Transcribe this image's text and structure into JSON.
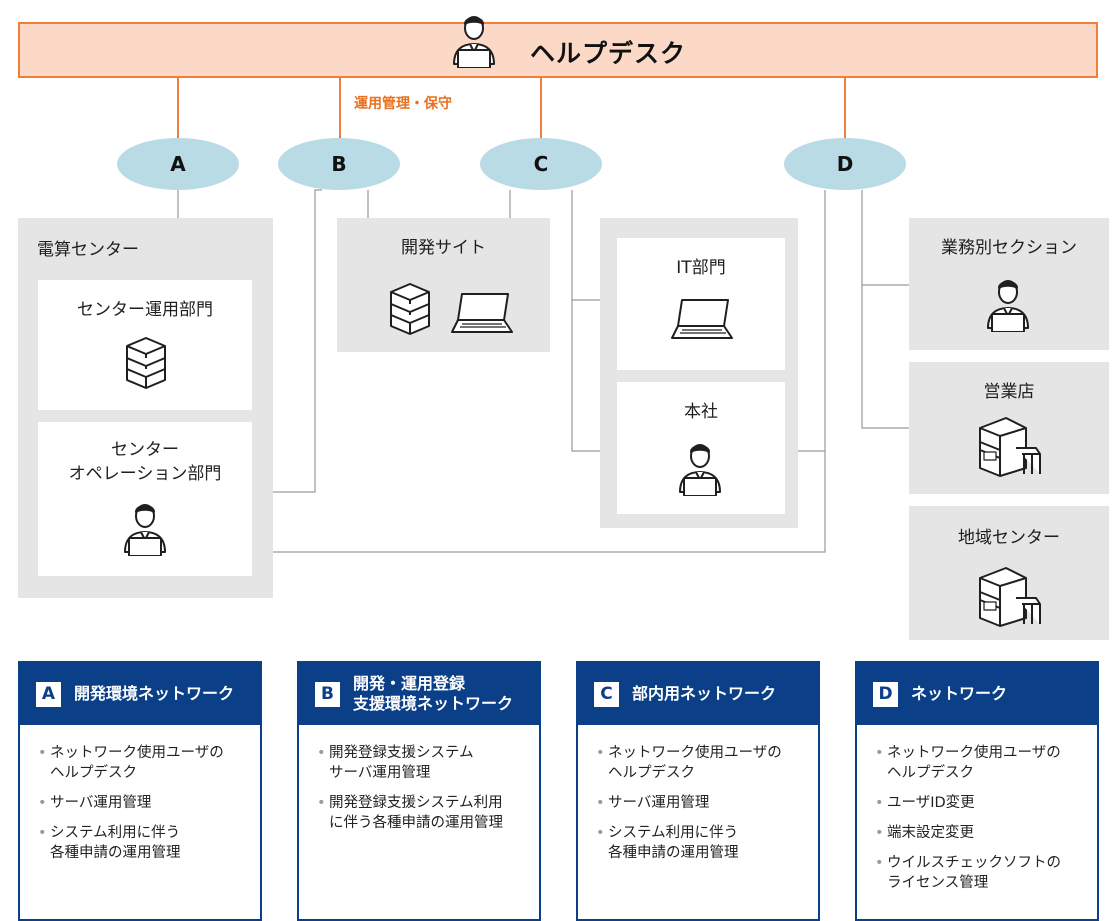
{
  "helpdesk": {
    "title": "ヘルプデスク",
    "ops_label": "運用管理・保守"
  },
  "nodes": {
    "a": "A",
    "b": "B",
    "c": "C",
    "d": "D"
  },
  "denzan": {
    "title": "電算センター",
    "center_ops": "センター運用部門",
    "center_operation": "センター\nオペレーション部門"
  },
  "dev_site": {
    "title": "開発サイト"
  },
  "it_dept": {
    "title": "IT部門"
  },
  "honsha": {
    "title": "本社"
  },
  "right": {
    "business_section": "業務別セクション",
    "sales_office": "営業店",
    "regional_center": "地域センター"
  },
  "legend": [
    {
      "letter": "A",
      "title": "開発環境ネットワーク",
      "items": [
        "ネットワーク使用ユーザの\nヘルプデスク",
        "サーバ運用管理",
        "システム利用に伴う\n各種申請の運用管理"
      ]
    },
    {
      "letter": "B",
      "title": "開発・運用登録\n支援環境ネットワーク",
      "items": [
        "開発登録支援システム\nサーバ運用管理",
        "開発登録支援システム利用\nに伴う各種申請の運用管理"
      ]
    },
    {
      "letter": "C",
      "title": "部内用ネットワーク",
      "items": [
        "ネットワーク使用ユーザの\nヘルプデスク",
        "サーバ運用管理",
        "システム利用に伴う\n各種申請の運用管理"
      ]
    },
    {
      "letter": "D",
      "title": "ネットワーク",
      "items": [
        "ネットワーク使用ユーザの\nヘルプデスク",
        "ユーザID変更",
        "端末設定変更",
        "ウイルスチェックソフトの\nライセンス管理"
      ]
    }
  ],
  "colors": {
    "helpdesk_fill": "#fbd9c6",
    "helpdesk_border": "#ee7f3b",
    "node_fill": "#b9dbe6",
    "panel_gray": "#e5e5e5",
    "legend_navy": "#0b3f87",
    "line_gray": "#9a9a9a"
  }
}
